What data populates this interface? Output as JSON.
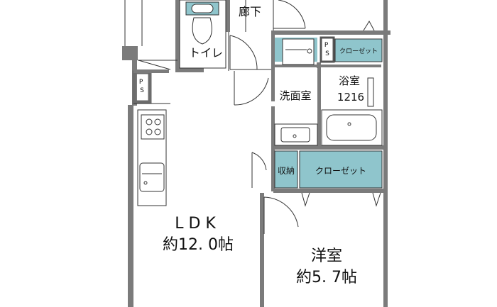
{
  "rooms": {
    "corridor": "廊下",
    "toilet": "トイレ",
    "washroom": "洗面室",
    "bath_name": "浴室",
    "bath_size": "1216",
    "ldk_name": "L D K",
    "ldk_size": "約12. 0帖",
    "western_name": "洋室",
    "western_size": "約5. 7帖"
  },
  "storage": {
    "closet_bath": "クローゼット",
    "closet_main": "クローゼット",
    "storage": "収納",
    "ps_top": "P\nS",
    "ps_left": "P\nS"
  },
  "colors": {
    "wall": "#7b7b7b",
    "wall_dark": "#6c6c6c",
    "fixture_teal": "#8fc5cc",
    "line": "#333333"
  }
}
